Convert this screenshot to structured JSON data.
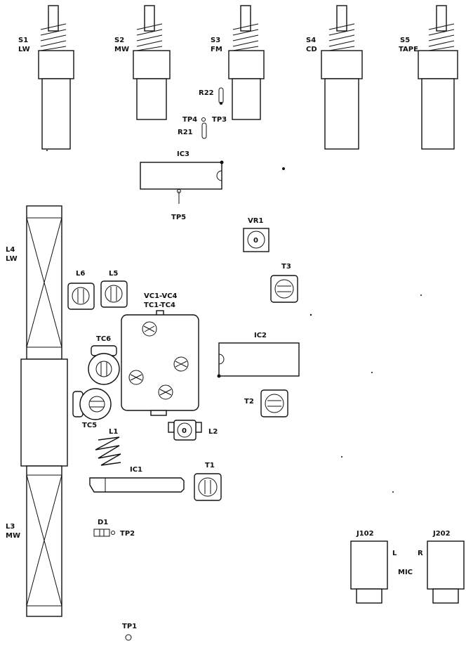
{
  "switches": [
    {
      "id": "S1",
      "band": "LW"
    },
    {
      "id": "S2",
      "band": "MW"
    },
    {
      "id": "S3",
      "band": "FM"
    },
    {
      "id": "S4",
      "band": "CD"
    },
    {
      "id": "S5",
      "band": "TAPE"
    }
  ],
  "labels": {
    "r22": "R22",
    "tp4": "TP4",
    "tp3": "TP3",
    "r21": "R21",
    "ic3": "IC3",
    "tp5": "TP5",
    "vr1": "VR1",
    "l4": "L4",
    "l4_sub": "LW",
    "l6": "L6",
    "l5": "L5",
    "t3": "T3",
    "vc": "VC1-VC4",
    "tc": "TC1-TC4",
    "ic2": "IC2",
    "tc6": "TC6",
    "tc5": "TC5",
    "t2": "T2",
    "l2": "L2",
    "l1": "L1",
    "ic1": "IC1",
    "t1": "T1",
    "l3": "L3",
    "l3_sub": "MW",
    "d1": "D1",
    "tp2": "TP2",
    "j102": "J102",
    "j202": "J202",
    "jack_l": "L",
    "jack_r": "R",
    "mic": "MIC",
    "tp1": "TP1",
    "vr1_mark": "0",
    "l2_mark": "0"
  }
}
